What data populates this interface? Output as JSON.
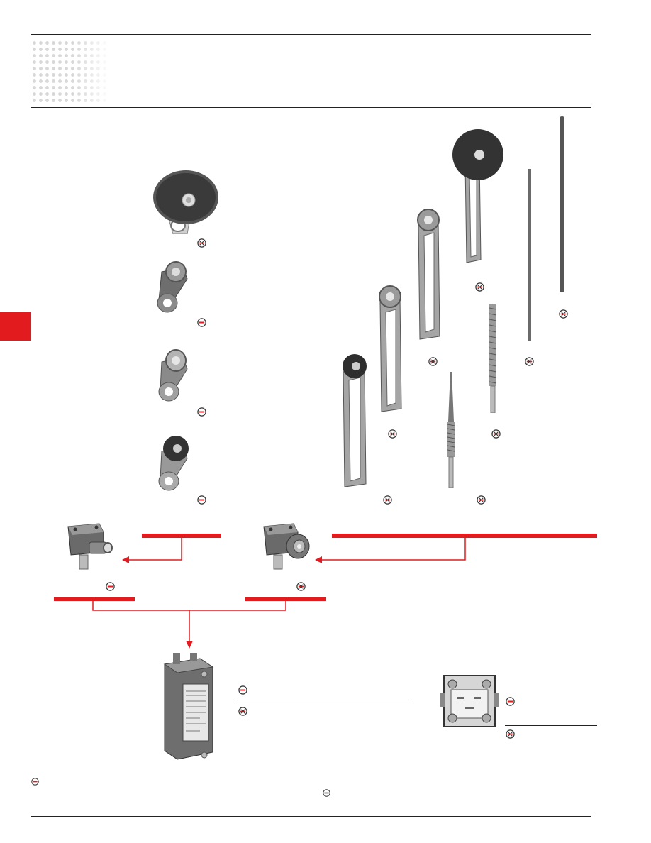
{
  "page": {
    "header_rule_color": "#222222",
    "accent_color": "#e21b1f"
  },
  "symbols": {
    "individual": "circle-red-bar-icon",
    "in_lots": "circle-red-crossed-bar-icon"
  },
  "products": [
    {
      "name": "thermoplastic-roller-lever-large",
      "symbol": "in_lots"
    },
    {
      "name": "steel-roller-lever",
      "symbol": "individual"
    },
    {
      "name": "steel-roller-lever-ball-bearing",
      "symbol": "individual"
    },
    {
      "name": "elastomer-roller-lever",
      "symbol": "individual"
    },
    {
      "name": "adjustable-lever-elastomer-roller",
      "symbol": "in_lots"
    },
    {
      "name": "adjustable-lever-steel-roller-short",
      "symbol": "in_lots"
    },
    {
      "name": "adjustable-lever-steel-roller-long",
      "symbol": "in_lots"
    },
    {
      "name": "adjustable-lever-large-roller",
      "symbol": "in_lots"
    },
    {
      "name": "spring-rod-tapered",
      "symbol": "in_lots"
    },
    {
      "name": "spring-rod",
      "symbol": "in_lots"
    },
    {
      "name": "thin-round-rod",
      "symbol": "in_lots"
    },
    {
      "name": "thick-round-rod",
      "symbol": "in_lots"
    },
    {
      "name": "head-plunger",
      "symbol": "individual"
    },
    {
      "name": "head-rotary",
      "symbol": "in_lots"
    },
    {
      "name": "switch-body",
      "symbol": "individual"
    },
    {
      "name": "contact-block",
      "symbol": "individual"
    }
  ]
}
